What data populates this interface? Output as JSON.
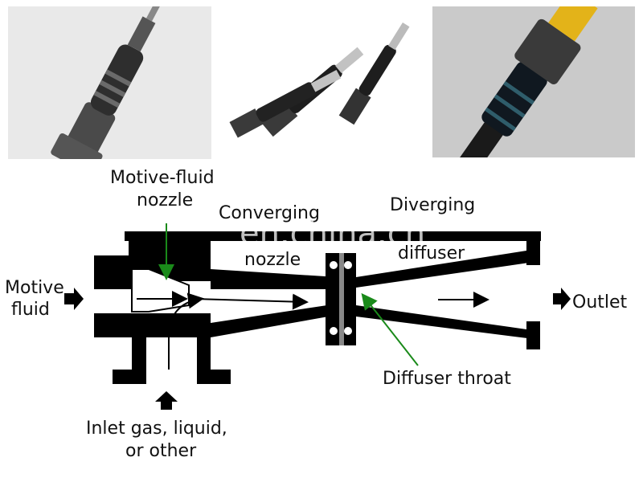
{
  "photos": [
    {
      "name": "photo-injector-left"
    },
    {
      "name": "photo-injectors-middle"
    },
    {
      "name": "photo-injector-right"
    }
  ],
  "watermark": "en.china.cn",
  "labels": {
    "motive_fluid_nozzle_1": "Motive-fluid",
    "motive_fluid_nozzle_2": "nozzle",
    "converging_1": "Converging",
    "converging_2": "nozzle",
    "diverging_1": "Diverging",
    "diverging_2": "diffuser",
    "motive_fluid_1": "Motive",
    "motive_fluid_2": "fluid",
    "outlet": "Outlet",
    "diffuser_throat": "Diffuser throat",
    "inlet_1": "Inlet gas, liquid,",
    "inlet_2": "or other"
  },
  "colors": {
    "body": "#000000",
    "leader": "#1a8a1a",
    "photo_bg_left": "#e8e8e8",
    "photo_bg_right": "#c9c9c9"
  }
}
